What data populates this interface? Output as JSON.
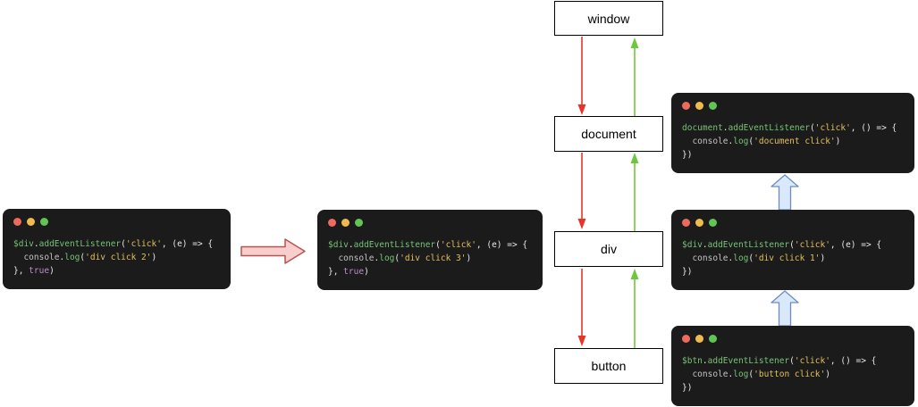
{
  "colors": {
    "code-bg": "#1b1b1b",
    "code-green": "#76c276",
    "code-yellow": "#e3c05c",
    "code-purple": "#b98fc9",
    "code-plain": "#e8e8e8",
    "code-dim": "#c2c2c2",
    "dot-red": "#ec6a5e",
    "dot-yellow": "#f0bb4e",
    "dot-green": "#61c554",
    "arrow-red": "#e8352a",
    "arrow-green": "#6fc73f",
    "pink-fill": "#f8cecc",
    "pink-stroke": "#b85450",
    "blue-fill": "#dae8fc",
    "blue-stroke": "#6c8ebf",
    "node-bg": "#ffffff",
    "node-border": "#000000"
  },
  "chain": {
    "nodes": [
      {
        "label": "window"
      },
      {
        "label": "document"
      },
      {
        "label": "div"
      },
      {
        "label": "button"
      }
    ]
  },
  "code_blocks": {
    "div_click_2": {
      "lines": [
        [
          {
            "t": "$div",
            "c": "g"
          },
          {
            "t": ".",
            "c": "w"
          },
          {
            "t": "addEventListener",
            "c": "g"
          },
          {
            "t": "(",
            "c": "w"
          },
          {
            "t": "'click'",
            "c": "y"
          },
          {
            "t": ", (e) => {",
            "c": "w"
          }
        ],
        [
          {
            "t": "  ",
            "c": "w"
          },
          {
            "t": "console",
            "c": "d"
          },
          {
            "t": ".",
            "c": "w"
          },
          {
            "t": "log",
            "c": "g"
          },
          {
            "t": "(",
            "c": "w"
          },
          {
            "t": "'div click 2'",
            "c": "y"
          },
          {
            "t": ")",
            "c": "w"
          }
        ],
        [
          {
            "t": "}, ",
            "c": "w"
          },
          {
            "t": "true",
            "c": "p"
          },
          {
            "t": ")",
            "c": "w"
          }
        ]
      ]
    },
    "div_click_3": {
      "lines": [
        [
          {
            "t": "$div",
            "c": "g"
          },
          {
            "t": ".",
            "c": "w"
          },
          {
            "t": "addEventListener",
            "c": "g"
          },
          {
            "t": "(",
            "c": "w"
          },
          {
            "t": "'click'",
            "c": "y"
          },
          {
            "t": ", (e) => {",
            "c": "w"
          }
        ],
        [
          {
            "t": "  ",
            "c": "w"
          },
          {
            "t": "console",
            "c": "d"
          },
          {
            "t": ".",
            "c": "w"
          },
          {
            "t": "log",
            "c": "g"
          },
          {
            "t": "(",
            "c": "w"
          },
          {
            "t": "'div click 3'",
            "c": "y"
          },
          {
            "t": ")",
            "c": "w"
          }
        ],
        [
          {
            "t": "}, ",
            "c": "w"
          },
          {
            "t": "true",
            "c": "p"
          },
          {
            "t": ")",
            "c": "w"
          }
        ]
      ]
    },
    "document_click": {
      "lines": [
        [
          {
            "t": "document",
            "c": "g"
          },
          {
            "t": ".",
            "c": "w"
          },
          {
            "t": "addEventListener",
            "c": "g"
          },
          {
            "t": "(",
            "c": "w"
          },
          {
            "t": "'click'",
            "c": "y"
          },
          {
            "t": ", () => {",
            "c": "w"
          }
        ],
        [
          {
            "t": "  ",
            "c": "w"
          },
          {
            "t": "console",
            "c": "d"
          },
          {
            "t": ".",
            "c": "w"
          },
          {
            "t": "log",
            "c": "g"
          },
          {
            "t": "(",
            "c": "w"
          },
          {
            "t": "'document click'",
            "c": "y"
          },
          {
            "t": ")",
            "c": "w"
          }
        ],
        [
          {
            "t": "})",
            "c": "w"
          }
        ]
      ]
    },
    "div_click_1": {
      "lines": [
        [
          {
            "t": "$div",
            "c": "g"
          },
          {
            "t": ".",
            "c": "w"
          },
          {
            "t": "addEventListener",
            "c": "g"
          },
          {
            "t": "(",
            "c": "w"
          },
          {
            "t": "'click'",
            "c": "y"
          },
          {
            "t": ", (e) => {",
            "c": "w"
          }
        ],
        [
          {
            "t": "  ",
            "c": "w"
          },
          {
            "t": "console",
            "c": "d"
          },
          {
            "t": ".",
            "c": "w"
          },
          {
            "t": "log",
            "c": "g"
          },
          {
            "t": "(",
            "c": "w"
          },
          {
            "t": "'div click 1'",
            "c": "y"
          },
          {
            "t": ")",
            "c": "w"
          }
        ],
        [
          {
            "t": "})",
            "c": "w"
          }
        ]
      ]
    },
    "button_click": {
      "lines": [
        [
          {
            "t": "$btn",
            "c": "g"
          },
          {
            "t": ".",
            "c": "w"
          },
          {
            "t": "addEventListener",
            "c": "g"
          },
          {
            "t": "(",
            "c": "w"
          },
          {
            "t": "'click'",
            "c": "y"
          },
          {
            "t": ", () => {",
            "c": "w"
          }
        ],
        [
          {
            "t": "  ",
            "c": "w"
          },
          {
            "t": "console",
            "c": "d"
          },
          {
            "t": ".",
            "c": "w"
          },
          {
            "t": "log",
            "c": "g"
          },
          {
            "t": "(",
            "c": "w"
          },
          {
            "t": "'button click'",
            "c": "y"
          },
          {
            "t": ")",
            "c": "w"
          }
        ],
        [
          {
            "t": "})",
            "c": "w"
          }
        ]
      ]
    }
  }
}
